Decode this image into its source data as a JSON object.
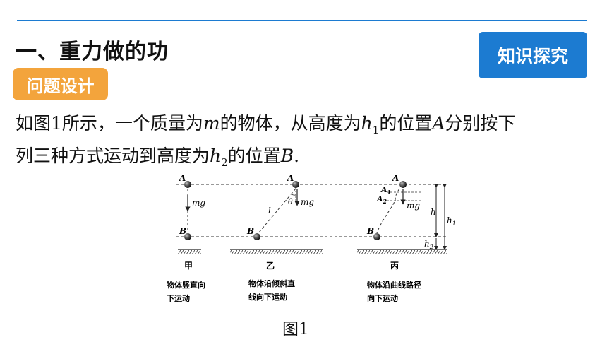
{
  "header": {
    "section_title": "一、重力做的功",
    "question_tag": "问题设计",
    "knowledge_tag": "知识探究"
  },
  "paragraph": {
    "l1_a": "如图1所示，一个质量为",
    "m": "m",
    "l1_b": "的物体，从高度为",
    "h": "h",
    "sub1": "1",
    "l1_c": "的位置",
    "A": "A",
    "l1_d": "分别按下",
    "l2_a": "列三种方式运动到高度为",
    "sub2": "2",
    "l2_b": "的位置",
    "B": "B",
    "l2_c": "."
  },
  "figure": {
    "caption": "图1",
    "panel_jia": {
      "point_a": "A",
      "point_b": "B",
      "force": "mg",
      "name": "甲",
      "desc_line1": "物体竖直向",
      "desc_line2": "下运动"
    },
    "panel_yi": {
      "point_a": "A",
      "point_b": "B",
      "angle": "θ",
      "force": "mg",
      "length": "l",
      "name": "乙",
      "desc_line1": "物体沿倾斜直",
      "desc_line2": "线向下运动"
    },
    "panel_bing": {
      "point_a": "A",
      "point_a1": "A",
      "sub_a1": "1",
      "point_a2": "A",
      "sub_a2": "2",
      "point_b": "B",
      "force": "mg",
      "h_label": "h",
      "h1_label": "h",
      "h1_sub": "1",
      "h2_label": "h",
      "h2_sub": "2",
      "name": "丙",
      "desc_line1": "物体沿曲线路径",
      "desc_line2": "向下运动"
    }
  }
}
